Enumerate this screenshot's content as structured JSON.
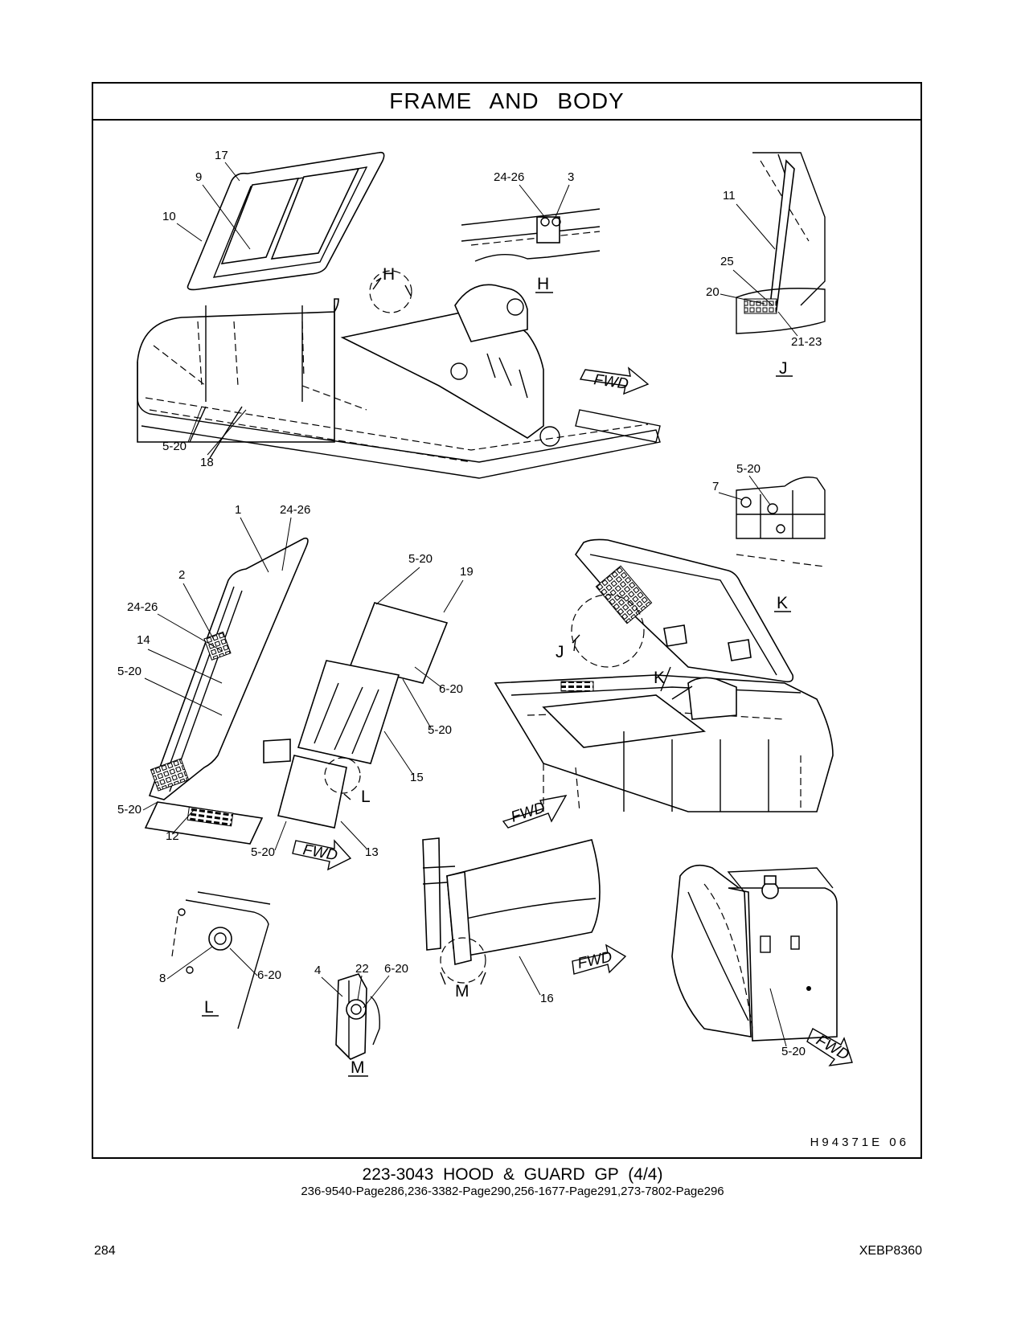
{
  "header": {
    "title": "FRAME AND BODY"
  },
  "illustration": {
    "id_code": "H94371E 06",
    "callouts": [
      "17",
      "9",
      "10",
      "24-26",
      "3",
      "11",
      "25",
      "20",
      "21-23",
      "5-20",
      "18",
      "7",
      "1",
      "24-26",
      "2",
      "24-26",
      "14",
      "5-20",
      "19",
      "6-20",
      "5-20",
      "15",
      "12",
      "5-20",
      "13",
      "8",
      "6-20",
      "4",
      "22",
      "6-20",
      "16",
      "5-20"
    ],
    "view_labels": [
      "H",
      "J",
      "K",
      "L",
      "M"
    ],
    "direction_label": "FWD"
  },
  "footer": {
    "caption": "223-3043 HOOD & GUARD GP (4/4)",
    "references": "236-9540-Page286,236-3382-Page290,256-1677-Page291,273-7802-Page296",
    "page_number": "284",
    "doc_code": "XEBP8360"
  }
}
